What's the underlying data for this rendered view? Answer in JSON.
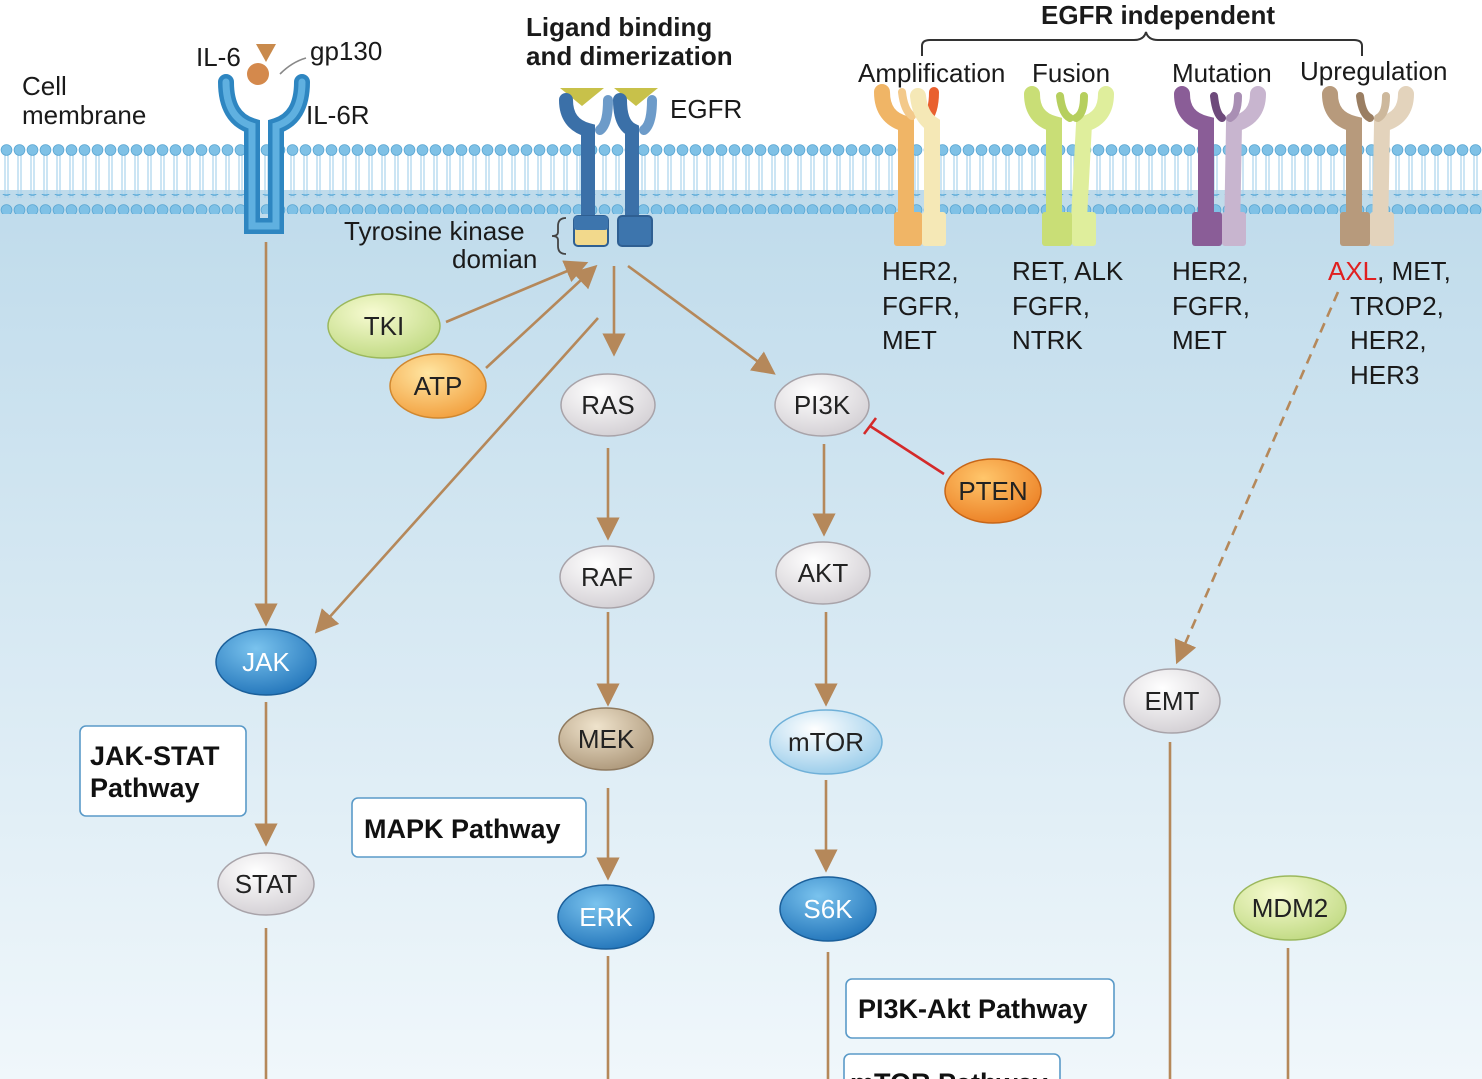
{
  "membrane": {
    "label_line1": "Cell",
    "label_line2": "membrane"
  },
  "il6": {
    "ligand": "IL-6",
    "coreceptor": "gp130",
    "receptor": "IL-6R"
  },
  "egfr": {
    "title_line1": "Ligand binding",
    "title_line2": "and dimerization",
    "receptor": "EGFR",
    "kinase_line1": "Tyrosine kinase",
    "kinase_line2": "domian"
  },
  "egfr_independent": {
    "title": "EGFR independent",
    "mechanisms": [
      {
        "label": "Amplification",
        "targets": [
          "HER2,",
          "FGFR,",
          "MET"
        ]
      },
      {
        "label": "Fusion",
        "targets": [
          "RET, ALK",
          "FGFR,",
          "NTRK"
        ]
      },
      {
        "label": "Mutation",
        "targets": [
          "HER2,",
          "FGFR,",
          "MET"
        ]
      },
      {
        "label": "Upregulation",
        "targets_first_highlight": "AXL",
        "targets_first_rest": ", MET,",
        "targets": [
          "TROP2,",
          "HER2,",
          "HER3"
        ]
      }
    ],
    "highlight_color": "#e02020"
  },
  "nodes": {
    "tki": "TKI",
    "atp": "ATP",
    "ras": "RAS",
    "raf": "RAF",
    "mek": "MEK",
    "erk": "ERK",
    "pi3k": "PI3K",
    "pten": "PTEN",
    "akt": "AKT",
    "mtor": "mTOR",
    "s6k": "S6K",
    "jak": "JAK",
    "stat": "STAT",
    "emt": "EMT",
    "mdm2": "MDM2"
  },
  "pathways": {
    "jak_stat_line1": "JAK-STAT",
    "jak_stat_line2": "Pathway",
    "mapk": "MAPK Pathway",
    "pi3k_akt": "PI3K-Akt Pathway",
    "mtor": "mTOR Pathway"
  },
  "colors": {
    "arrow": "#b5885a",
    "inhibition": "#d42a2a",
    "cytoplasm_top": "#bfdbeb",
    "cytoplasm_bottom": "#eef6fb",
    "lipid_head": "#7fc1e6",
    "box_border": "#5a9ac8"
  }
}
